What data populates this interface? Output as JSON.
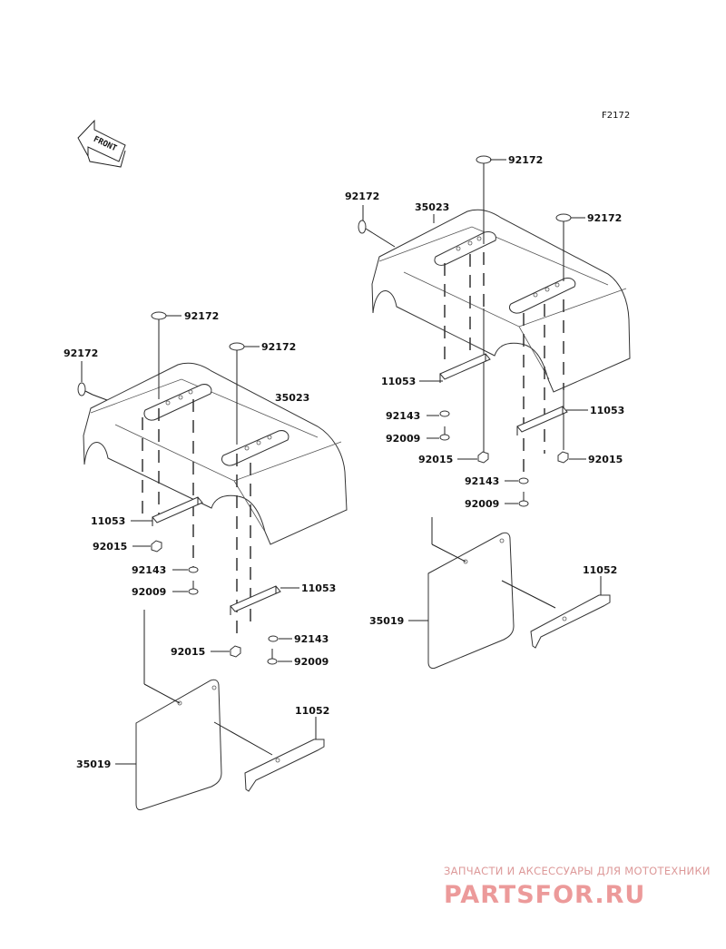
{
  "diagram": {
    "code": "F2172",
    "front_label": "FRONT",
    "labels": {
      "rL1": "92172",
      "rL2": "35023",
      "rL3": "92172",
      "rL4": "92172",
      "rL5": "11053",
      "rL6": "92143",
      "rL7": "92009",
      "rL8": "92015",
      "rL9": "11053",
      "rL10": "92143",
      "rL11": "92009",
      "rL12": "92015",
      "rL13": "11052",
      "rL14": "35019",
      "lL1": "92172",
      "lL2": "92172",
      "lL3": "92172",
      "lL4": "35023",
      "lL5": "11053",
      "lL6": "92015",
      "lL7": "92143",
      "lL8": "92009",
      "lL9": "11053",
      "lL10": "92015",
      "lL11": "92143",
      "lL12": "92009",
      "lL13": "11052",
      "lL14": "35019"
    }
  },
  "watermark": {
    "caption": "ЗАПЧАСТИ И АКСЕССУАРЫ ДЛЯ МОТОТЕХНИКИ",
    "logo": "PARTSFOR.RU"
  }
}
